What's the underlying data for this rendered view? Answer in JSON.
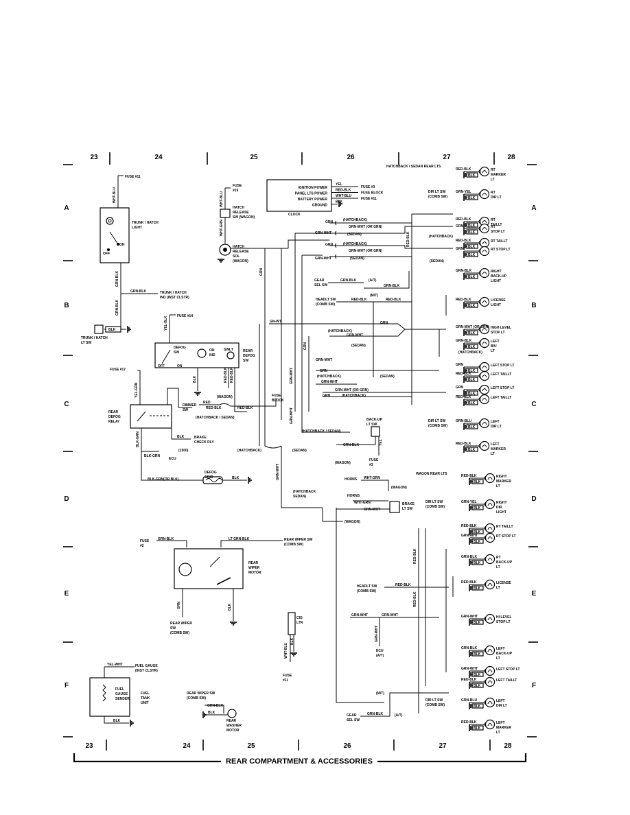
{
  "grid": {
    "columns": [
      "23",
      "24",
      "25",
      "26",
      "27",
      "28"
    ],
    "rows": [
      "A",
      "B",
      "C",
      "D",
      "E",
      "F"
    ]
  },
  "footer": {
    "title": "REAR COMPARTMENT & ACCESSORIES"
  },
  "header": {
    "hatch_sedan_rear": "HATCHBACK / SEDAN REAR LTS",
    "wagon_rear": "WAGON REAR LTS"
  },
  "left": {
    "fuse11": "FUSE #11",
    "wht_blu": "WHT-BLU",
    "trunk_light": [
      "TRUNK / HATCH",
      "LIGHT"
    ],
    "on": "ON",
    "off": "OFF",
    "grn_blk": "GRN-BLK",
    "trunk_ind": [
      "TRUNK / HATCH",
      "IND (INST CLSTR)"
    ],
    "blk": "BLK",
    "trunk_sw": [
      "TRUNK / HATCH",
      "LT SW"
    ],
    "fuse19": [
      "FUSE",
      "#19"
    ],
    "hatch_release_sw": [
      "HATCH",
      "RELEASE",
      "SW (WAGON)"
    ],
    "wht_grn": "WHT-GRN",
    "hatch_release_sol": [
      "HATCH",
      "RELEASE",
      "SOL",
      "(WAGON)"
    ],
    "fuse14": "FUSE #14",
    "yel_blk": "YEL-BLK",
    "defog_sw": [
      "DEFOG",
      "SW"
    ],
    "on_ind": [
      "ON",
      "IND"
    ],
    "swlt": "SWLT",
    "rear_defog_sw": [
      "REAR",
      "DEFOG",
      "SW"
    ],
    "red_blk": "RED-BLK",
    "fuse17": "FUSE #17",
    "yel_grn": "YEL-GRN",
    "rear_defog_relay": [
      "REAR",
      "DEFOG",
      "RELAY"
    ],
    "dimmer_sw": [
      "DIMMER",
      "SW"
    ],
    "red": "RED",
    "wagon": "(WAGON)",
    "hatch_sedan": "(HATCHBACK / SEDAN)",
    "fuse_block": [
      "FUSE",
      "BLOCK"
    ],
    "brake_check": [
      "BRAKE",
      "CHECK RLY"
    ],
    "i500": "(1500)",
    "ecu": "ECU",
    "blk_grn": "BLK-GRN",
    "blk_grn_or": "BLK-GRN(OR BLK)",
    "defog_grid": [
      "DEFOG",
      "GRID"
    ],
    "fuse2": [
      "FUSE",
      "#2"
    ],
    "lt_grn_blk": "LT GRN-BLK",
    "rear_wiper_sw_comb": [
      "REAR WIPER SW",
      "(COMB SW)"
    ],
    "rear_wiper_motor": [
      "REAR",
      "WIPER",
      "MOTOR"
    ],
    "rear_wiper_sw": [
      "REAR WIPER",
      "SW",
      "(COMB SW)"
    ],
    "grn": "GRN",
    "cig_ltr": [
      "CIG",
      "LTR"
    ],
    "fuse11b": [
      "FUSE",
      "#11"
    ],
    "yel_wht": "YEL-WHT",
    "fuel_gauge": [
      "FUEL GAUGE",
      "(INST CLSTR)"
    ],
    "fuel_sender": [
      "FUEL",
      "GAUGE",
      "SENDER"
    ],
    "fuel_tank": [
      "FUEL",
      "TANK",
      "UNIT"
    ],
    "washer_sw": [
      "REAR WIPER SW",
      "(COMB SW)"
    ],
    "washer_motor": [
      "REAR",
      "WASHER",
      "MOTOR"
    ]
  },
  "power": {
    "rows": [
      "IGNITION POWER",
      "PANEL LTS POWER",
      "BATTERY POWER",
      "GROUND"
    ],
    "wires": [
      "YEL",
      "RED-BLK",
      "WHT-BLU",
      "BLK"
    ],
    "dest": [
      "FUSE #3",
      "FUSE BLOCK",
      "FUSE #11"
    ],
    "clock": "CLOCK"
  },
  "middle": {
    "hatchback": "(HATCHBACK)",
    "sedan": "(SEDAN)",
    "grn_wht_or": "GRN-WHT (OR GRN)",
    "grn_wht": "GRN-WHT",
    "grn": "GRN",
    "gn_wt": "GN-WT",
    "gear_sel": [
      "GEAR",
      "SEL SW"
    ],
    "at": "(A/T)",
    "mt": "(M/T)",
    "headlt_sw": [
      "HEADLT SW",
      "(COMB SW)"
    ],
    "backup_sw": [
      "BACK-UP",
      "LT SW"
    ],
    "hatch_sedan": "(HATCHBACK / SEDAN)",
    "wagon": "(WAGON)",
    "fuse3": [
      "FUSE",
      "#3"
    ],
    "horns": "HORNS",
    "wht_grn": "WHT-GRN",
    "brake_sw": [
      "BRAKE",
      "LT SW"
    ],
    "hatchback_sedan": [
      "(HATCHBACK",
      "SEDAN)"
    ],
    "headlt_sw2": [
      "HEADLT SW",
      "(COMB SW)"
    ],
    "red_blk": "RED-BLK",
    "ecu_at": [
      "ECU",
      "(A/T)"
    ],
    "gear_sel2": [
      "GEAR",
      "SEL SW"
    ],
    "grn_blk": "GRN-BLK"
  },
  "right_top": [
    {
      "label": [
        "RT",
        "MARKER",
        "LT"
      ],
      "wire": "RED-BLK"
    },
    {
      "label": [
        "RT",
        "DIR LT"
      ],
      "wire": "GRN-YEL",
      "sw": [
        "DIR LT SW",
        "(COMB SW)"
      ]
    },
    {
      "label": [
        "RT",
        "TAILLT"
      ],
      "wire": "RED-BLK"
    },
    {
      "label": [
        "RT",
        "STOP LT"
      ],
      "wire": "GRN"
    },
    {
      "label": [
        "RT TAILLT"
      ],
      "wire": "RED-BLK"
    },
    {
      "label": [
        "RT STOP LT"
      ],
      "wire": "GRN"
    },
    {
      "label": [
        "RIGHT",
        "BACK-UP",
        "LIGHT"
      ],
      "wire": "GRN-BLK"
    },
    {
      "label": [
        "LICENSE",
        "LIGHT"
      ],
      "wire": "RED-BLK"
    },
    {
      "label": [
        "HIGH LEVEL",
        "STOP LT"
      ],
      "wire": "GRN-WHT (OR GRN)"
    },
    {
      "label": [
        "LEFT",
        "B/U",
        "LT"
      ],
      "wire": "GRN-BLK"
    },
    {
      "label": [
        "LEFT STOP LT"
      ],
      "wire": "GRN"
    },
    {
      "label": [
        "LEFT TAILLT"
      ],
      "wire": "RED-BLK"
    },
    {
      "label": [
        "LEFT STOP LT"
      ],
      "wire": "GRN"
    },
    {
      "label": [
        "LEFT TAILLT"
      ],
      "wire": "RED-BLK"
    },
    {
      "label": [
        "LEFT",
        "DIR LT"
      ],
      "wire": "GRN-BLU",
      "sw": [
        "DIR LT SW",
        "(COMB SW)"
      ]
    },
    {
      "label": [
        "LEFT",
        "MARKER",
        "LT"
      ],
      "wire": "RED-BLK"
    }
  ],
  "right_bottom": [
    {
      "label": [
        "RIGHT",
        "MARKER",
        "LT"
      ],
      "wire": "RED-BLK"
    },
    {
      "label": [
        "RIGHT",
        "DIR",
        "LIGHT"
      ],
      "wire": "GRN-YEL",
      "sw": [
        "DIR LT SW",
        "(COMB SW)"
      ]
    },
    {
      "label": [
        "RT TAILLT"
      ],
      "wire": "RED-BLK"
    },
    {
      "label": [
        "RT STOP LT"
      ],
      "wire": "GRN-WHT"
    },
    {
      "label": [
        "RT",
        "BACK-UP",
        "LT"
      ],
      "wire": "GRN-BLK"
    },
    {
      "label": [
        "LICENSE",
        "LT"
      ],
      "wire": "RED-BLK"
    },
    {
      "label": [
        "HI LEVEL",
        "STOP LT"
      ],
      "wire": "GRN-WHT"
    },
    {
      "label": [
        "LEFT",
        "BACK-UP",
        "LT"
      ],
      "wire": "GRN-BLK"
    },
    {
      "label": [
        "LEFT STOP LT"
      ],
      "wire": "GRN-WHT"
    },
    {
      "label": [
        "LEFT TAILLT"
      ],
      "wire": "RED-BLK"
    },
    {
      "label": [
        "LEFT",
        "DIR LT"
      ],
      "wire": "GRN-BLU",
      "sw": [
        "DIR LT SW",
        "(COMB SW)"
      ]
    },
    {
      "label": [
        "LEFT",
        "MARKER",
        "LT"
      ],
      "wire": "RED-BLK"
    }
  ],
  "blk": "BLK"
}
